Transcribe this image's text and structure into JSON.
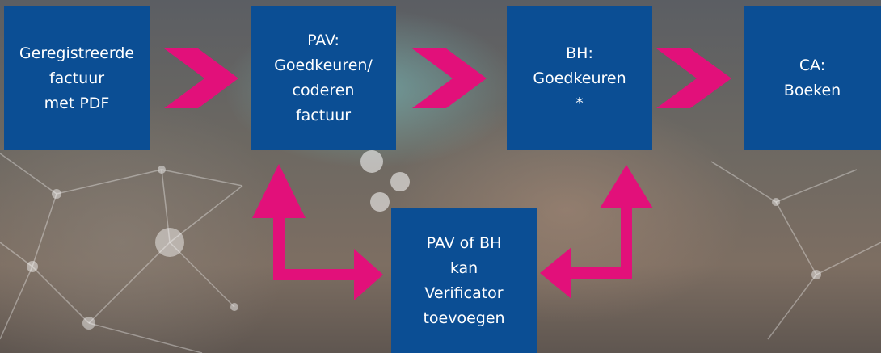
{
  "boxes": {
    "step1": "Geregistreerde\nfactuur\nmet PDF",
    "step2": "PAV:\nGoedkeuren/\ncoderen\nfactuur",
    "step3": "BH:\nGoedkeuren\n*",
    "step4": "CA:\nBoeken",
    "verificator": "PAV of BH\nkan\nVerificator\ntoevoegen"
  },
  "colors": {
    "box": "#0b4e94",
    "arrow": "#e2107a",
    "text": "#ffffff"
  }
}
